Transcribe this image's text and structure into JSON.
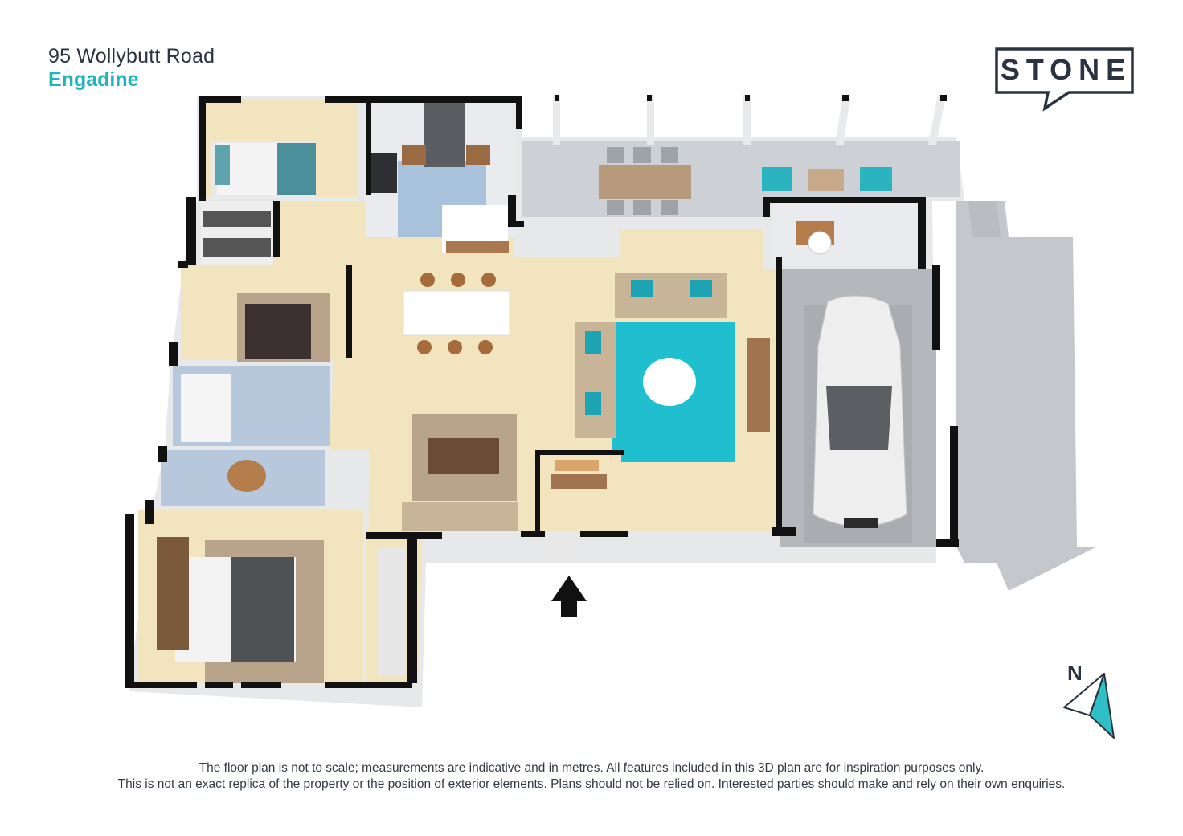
{
  "header": {
    "street": "95 Wollybutt Road",
    "suburb": "Engadine"
  },
  "logo": {
    "text": "STONE",
    "color": "#2b3340"
  },
  "compass": {
    "letter": "N",
    "accent": "#2fbfc6"
  },
  "disclaimer": {
    "line1": "The floor plan is not to scale; measurements are indicative and in metres. All features included in this 3D plan are for inspiration purposes only.",
    "line2": "This is not an exact replica of the property or the position of exterior elements. Plans should not be relied on. Interested parties should make and rely on their own enquiries."
  },
  "colors": {
    "floor": "#f2e4bf",
    "wall": "#111111",
    "tile": "#c9cdd2",
    "rug": "#1fbfd0",
    "accent": "#1db4bd"
  }
}
